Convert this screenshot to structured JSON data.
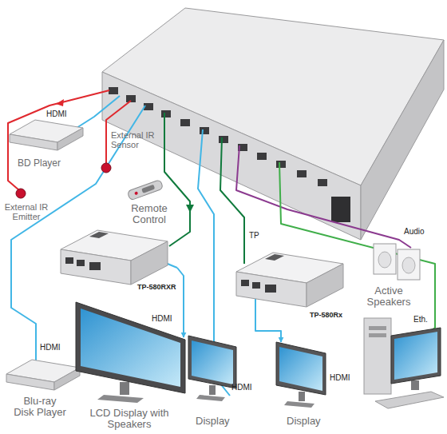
{
  "diagram": {
    "nodes": [
      {
        "text": [
          "BD Player"
        ]
      },
      {
        "text": [
          "External IR Sensor"
        ]
      },
      {
        "text": [
          "External IR Emitter"
        ]
      },
      {
        "text": [
          "Remote Control"
        ]
      },
      {
        "text": [
          "TP-580RXR"
        ]
      },
      {
        "text": [
          "Active Speakers"
        ]
      },
      {
        "text": [
          "TP-580Rx"
        ]
      },
      {
        "text": [
          "Blu-ray Disk Player"
        ]
      },
      {
        "text": [
          "LCD Display with Speakers"
        ]
      },
      {
        "text": [
          "Display"
        ]
      },
      {
        "text": [
          "Display"
        ]
      }
    ],
    "edges": [
      {
        "from": 4,
        "to": 8,
        "arrow": "to",
        "label": "HDMI"
      },
      {
        "from": 6,
        "to": 10,
        "arrow": "to",
        "label": "HDMI"
      }
    ],
    "labels": [
      "HDMI",
      "HDMI",
      "TP",
      "Audio",
      "Eth.",
      "HDMI"
    ]
  }
}
